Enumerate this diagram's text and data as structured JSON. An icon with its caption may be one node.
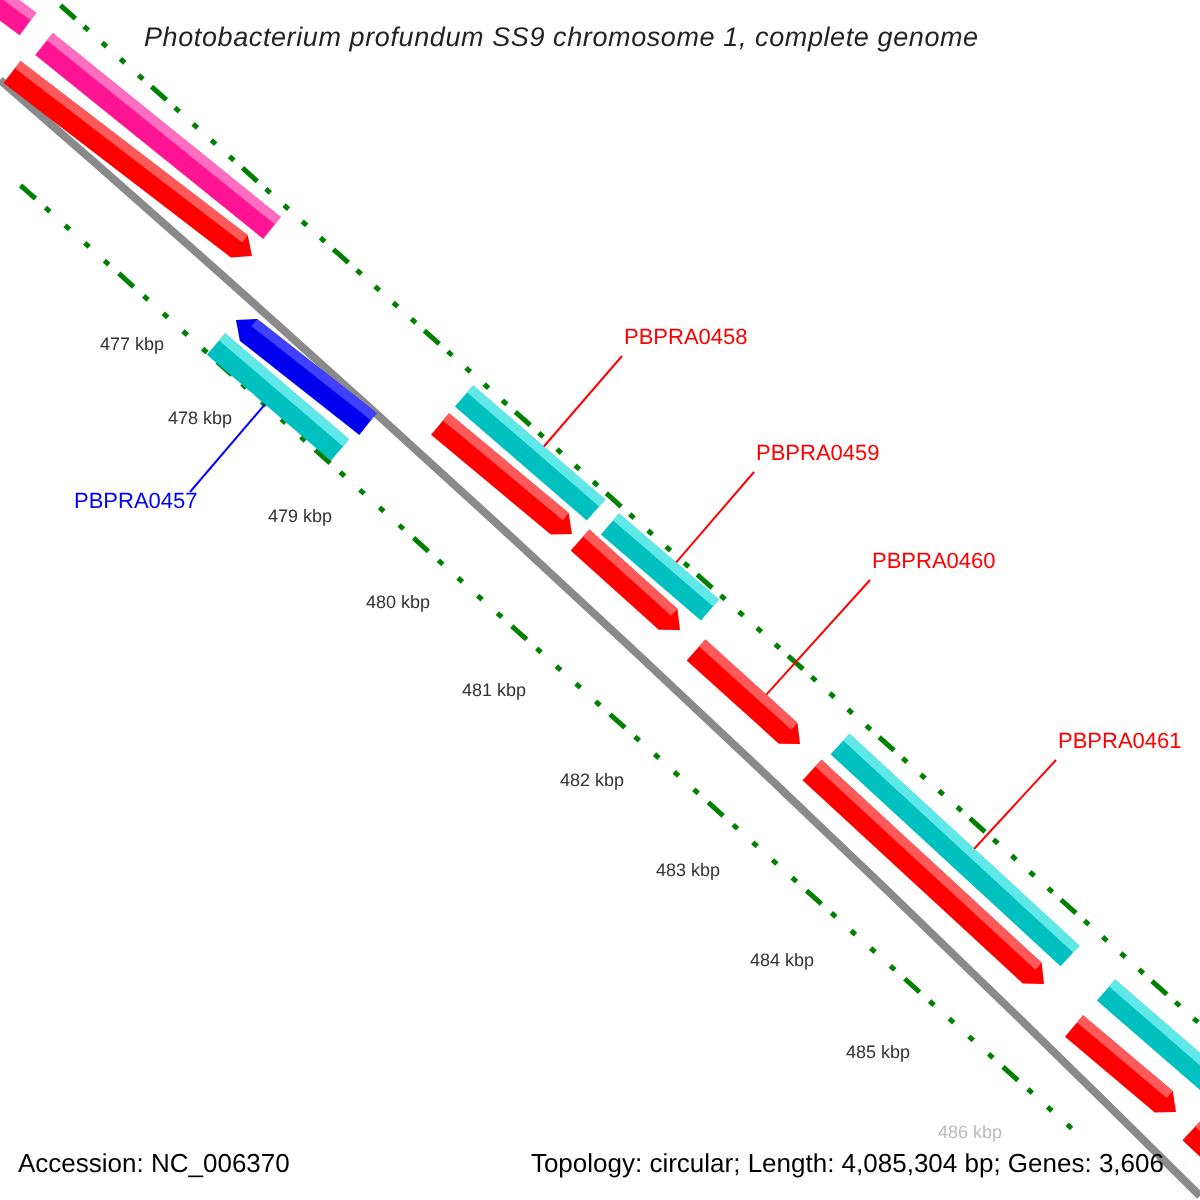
{
  "diagram": {
    "title": "Photobacterium profundum SS9 chromosome 1, complete genome",
    "nodes": [
      {
        "text": [
          "PBPRA0458"
        ]
      },
      {
        "text": [
          "PBPRA0459"
        ]
      },
      {
        "text": [
          "PBPRA0457"
        ]
      },
      {
        "text": [
          "PBPRA0460"
        ]
      },
      {
        "text": [
          "PBPRA0461"
        ]
      },
      {
        "text": [],
        "shape": "bar"
      },
      {
        "text": [],
        "shape": "bar"
      },
      {
        "text": [],
        "shape": "bar"
      },
      {
        "text": [],
        "shape": "bar"
      },
      {
        "text": [],
        "shape": "bar"
      },
      {
        "text": [],
        "shape": "bar"
      },
      {
        "text": [],
        "shape": "bar"
      },
      {
        "text": [],
        "shape": "bar"
      },
      {
        "text": [],
        "shape": "bar"
      },
      {
        "text": [],
        "shape": "bar"
      },
      {
        "text": [],
        "shape": "bar"
      },
      {
        "text": [],
        "shape": "bar"
      },
      {
        "text": [],
        "shape": "bar"
      },
      {
        "text": [],
        "shape": "bar"
      },
      {
        "text": [],
        "shape": "bar"
      }
    ],
    "edges": [
      {
        "from": 0,
        "to": 11,
        "arrow": "none"
      },
      {
        "from": 1,
        "to": 13,
        "arrow": "none"
      },
      {
        "from": 2,
        "to": 8,
        "arrow": "none",
        "color": "#0000ff"
      },
      {
        "from": 3,
        "to": 14,
        "arrow": "none"
      },
      {
        "from": 4,
        "to": 16,
        "arrow": "none"
      }
    ],
    "labels": [
      "477 kbp",
      "478 kbp",
      "479 kbp",
      "480 kbp",
      "481 kbp",
      "482 kbp",
      "483 kbp",
      "484 kbp",
      "485 kbp",
      "486 kbp",
      "Accession: NC_006370",
      "Topology: circular; Length: 4,085,304 bp; Genes: 3,606"
    ]
  }
}
